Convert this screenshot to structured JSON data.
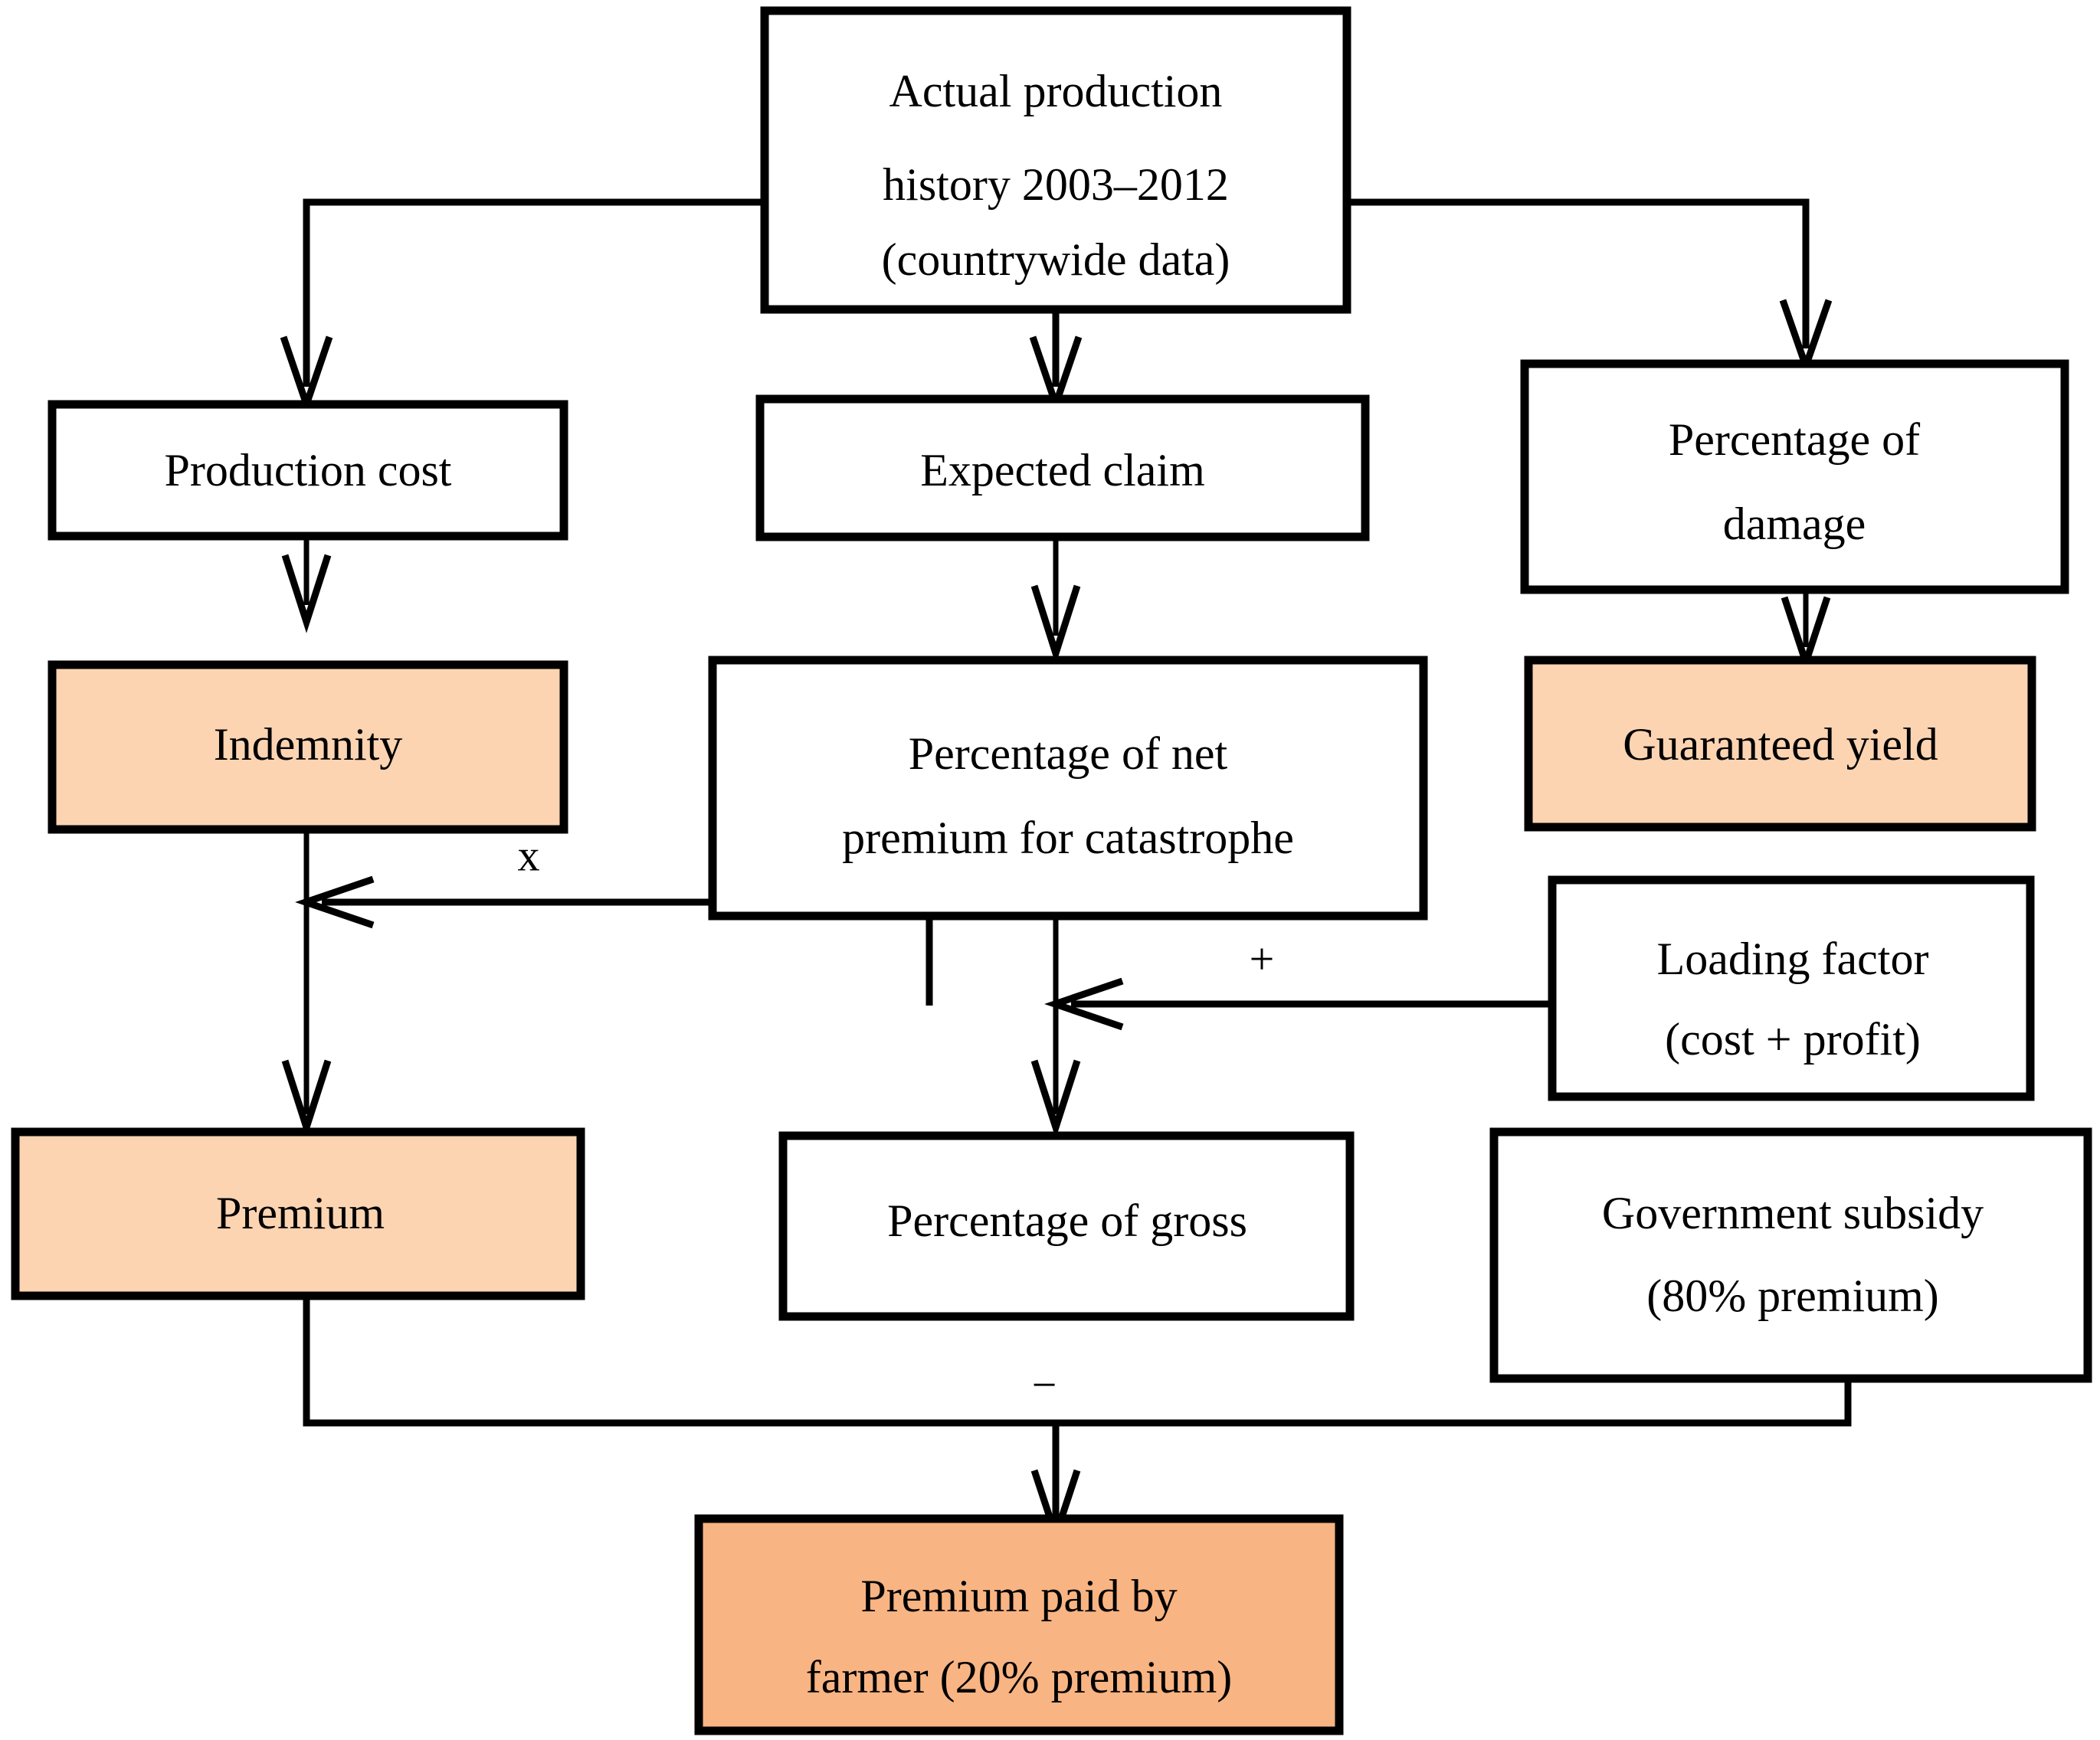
{
  "diagram": {
    "title": "Crop insurance premium calculation flowchart",
    "colors": {
      "fill_light": "#fcd4b2",
      "fill_strong": "#f8b482",
      "stroke": "#000000",
      "background": "#ffffff"
    },
    "nodes": [
      {
        "id": "actual-production-history",
        "lines": [
          "Actual production",
          "history 2003–2012",
          "(countrywide data)"
        ],
        "fill": "white"
      },
      {
        "id": "production-cost",
        "lines": [
          "Production cost"
        ],
        "fill": "white"
      },
      {
        "id": "expected-claim",
        "lines": [
          "Expected claim"
        ],
        "fill": "white"
      },
      {
        "id": "percentage-of-damage",
        "lines": [
          "Percentage of",
          "damage"
        ],
        "fill": "white"
      },
      {
        "id": "indemnity",
        "lines": [
          "Indemnity"
        ],
        "fill": "light"
      },
      {
        "id": "percentage-net-premium-catastrophe",
        "lines": [
          "Percentage of net",
          "premium for catastrophe"
        ],
        "fill": "white"
      },
      {
        "id": "guaranteed-yield",
        "lines": [
          "Guaranteed yield"
        ],
        "fill": "light"
      },
      {
        "id": "loading-factor",
        "lines": [
          "Loading factor",
          "(cost + profit)"
        ],
        "fill": "white"
      },
      {
        "id": "premium",
        "lines": [
          "Premium"
        ],
        "fill": "light"
      },
      {
        "id": "percentage-of-gross",
        "lines": [
          "Percentage of gross"
        ],
        "fill": "white"
      },
      {
        "id": "government-subsidy",
        "lines": [
          "Government subsidy",
          "(80% premium)"
        ],
        "fill": "white"
      },
      {
        "id": "premium-paid-by-farmer",
        "lines": [
          "Premium paid by",
          "farmer (20% premium)"
        ],
        "fill": "strong"
      }
    ],
    "edge_labels": {
      "multiply": "x",
      "plus": "+",
      "minus": "−"
    }
  }
}
